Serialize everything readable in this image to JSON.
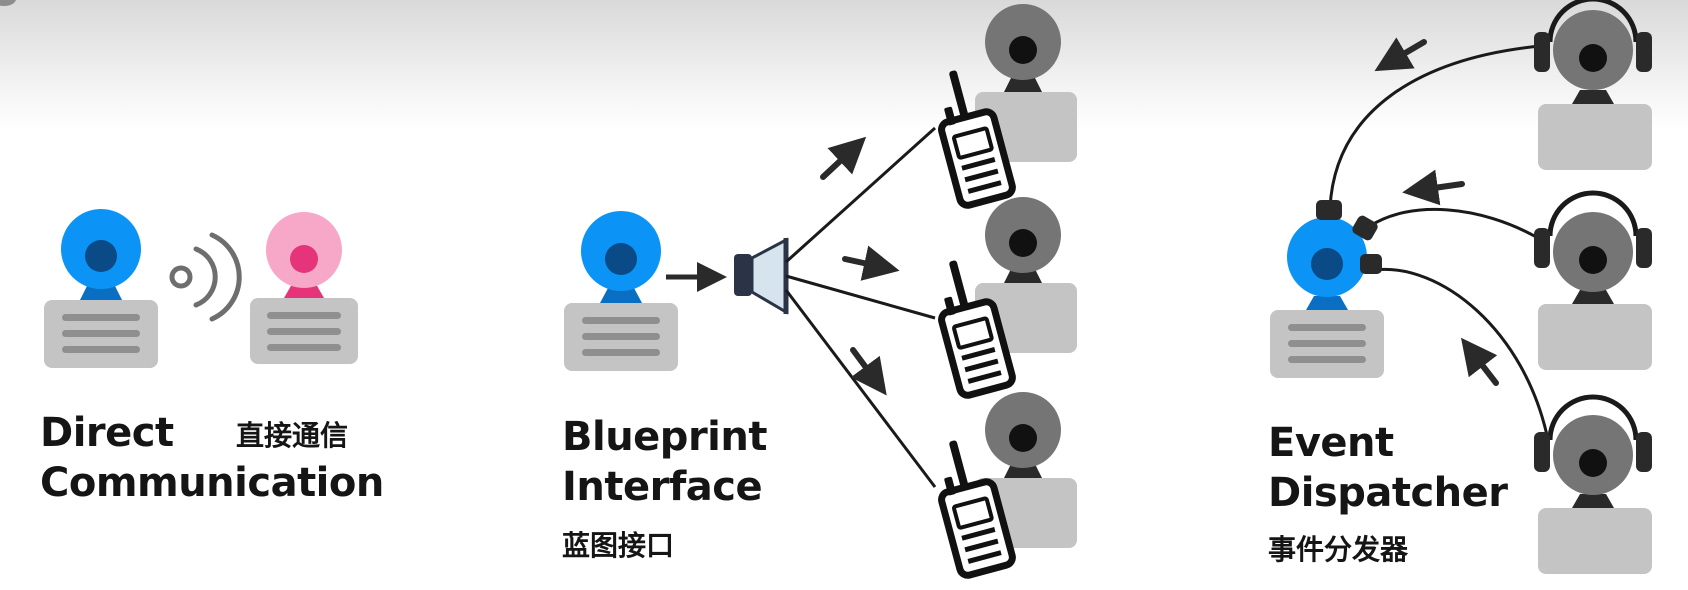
{
  "panels": {
    "direct": {
      "title_en": [
        "Direct",
        "Communication"
      ],
      "title_zh": "直接通信"
    },
    "blueprint": {
      "title_en": [
        "Blueprint",
        "Interface"
      ],
      "title_zh": "蓝图接口"
    },
    "dispatcher": {
      "title_en": [
        "Event",
        "Dispatcher"
      ],
      "title_zh": "事件分发器"
    }
  },
  "colors": {
    "sender_blue": "#0b93f6",
    "sender_blue_dark": "#0a4a86",
    "receiver_pink": "#f7a8c8",
    "receiver_pink_dark": "#e6347a",
    "listener_gray": "#757575",
    "body_gray": "#c4c4c4",
    "ink": "#1a1a1a"
  },
  "icons": [
    "webcam-actor-icon",
    "radio-waves-icon",
    "megaphone-icon",
    "walkie-talkie-icon",
    "headphones-icon",
    "arrow-icon"
  ]
}
